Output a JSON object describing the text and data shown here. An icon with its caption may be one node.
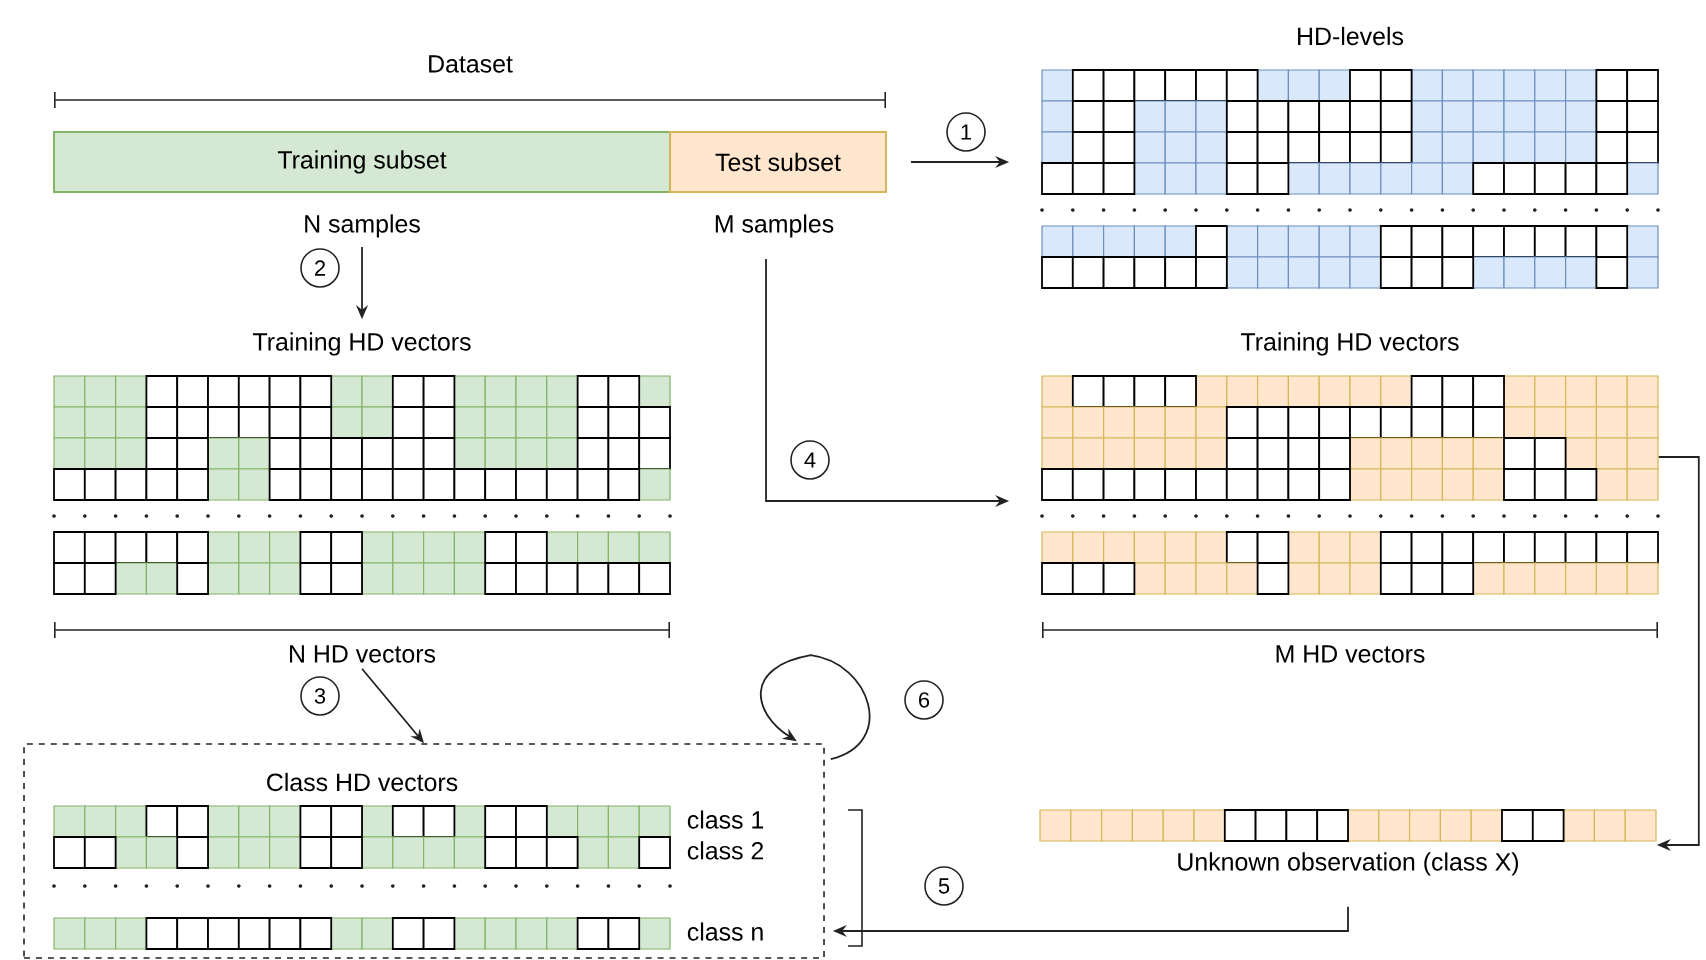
{
  "diagram": {
    "nodes": [
      {
        "text": [
          "Training subset"
        ],
        "beside": [
          "N samples"
        ]
      },
      {
        "text": [
          "Test subset"
        ],
        "beside": [
          "M samples"
        ]
      },
      {
        "text": [
          "HD-levels"
        ]
      },
      {
        "text": [
          "Training HD vectors"
        ],
        "beside": [
          "N HD vectors"
        ]
      },
      {
        "text": [
          "Training HD vectors"
        ],
        "beside": [
          "M HD vectors"
        ]
      },
      {
        "text": [
          "Class HD vectors",
          "class 1",
          "class 2",
          "class n"
        ]
      },
      {
        "text": [
          "Unknown observation (class X)"
        ]
      }
    ],
    "edges": [
      {
        "from": 1,
        "to": 2,
        "arrow": "to",
        "label": "1"
      },
      {
        "from": 0,
        "to": 3,
        "arrow": "to",
        "label": "2"
      },
      {
        "from": 1,
        "to": 4,
        "arrow": "to",
        "label": "4"
      },
      {
        "from": 3,
        "to": 5,
        "arrow": "to",
        "label": "3"
      },
      {
        "from": 5,
        "to": 5,
        "arrow": "to",
        "label": "6"
      },
      {
        "from": 4,
        "to": 6,
        "arrow": "to"
      },
      {
        "from": 6,
        "to": 5,
        "arrow": "to",
        "label": "5"
      }
    ],
    "labels": [
      "Dataset"
    ]
  }
}
